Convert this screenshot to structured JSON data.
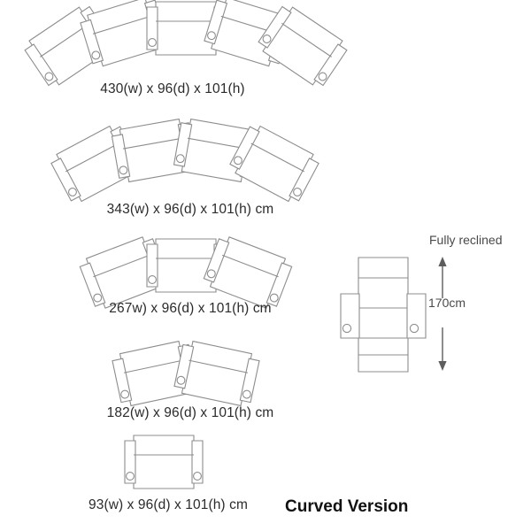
{
  "page": {
    "title": "Curved Version",
    "background_color": "#ffffff",
    "line_color": "#8d8d8d",
    "text_color": "#2b2b2b",
    "dimension_color": "#4a4a4a"
  },
  "configurations": [
    {
      "id": "five-seat",
      "seats": 5,
      "caption": "430(w) x 96(d) x 101(h)",
      "width_cm": 430,
      "depth_cm": 96,
      "height_cm": 101,
      "seat_angles_deg": [
        -34,
        -17,
        0,
        17,
        34
      ]
    },
    {
      "id": "four-seat",
      "seats": 4,
      "caption": "343(w) x 96(d) x 101(h) cm",
      "width_cm": 343,
      "depth_cm": 96,
      "height_cm": 101,
      "seat_angles_deg": [
        -28,
        -10,
        10,
        28
      ]
    },
    {
      "id": "three-seat",
      "seats": 3,
      "caption": "267w) x 96(d) x 101(h) cm",
      "width_cm": 267,
      "depth_cm": 96,
      "height_cm": 101,
      "seat_angles_deg": [
        -21,
        0,
        21
      ]
    },
    {
      "id": "two-seat",
      "seats": 2,
      "caption": "182(w) x 96(d) x 101(h) cm",
      "width_cm": 182,
      "depth_cm": 96,
      "height_cm": 101,
      "seat_angles_deg": [
        -12,
        12
      ]
    },
    {
      "id": "one-seat",
      "seats": 1,
      "caption": "93(w) x 96(d) x 101(h) cm",
      "width_cm": 93,
      "depth_cm": 96,
      "height_cm": 101,
      "seat_angles_deg": [
        0
      ]
    }
  ],
  "reclined": {
    "label": "Fully reclined",
    "measurement": "170cm",
    "measurement_cm": 170
  }
}
